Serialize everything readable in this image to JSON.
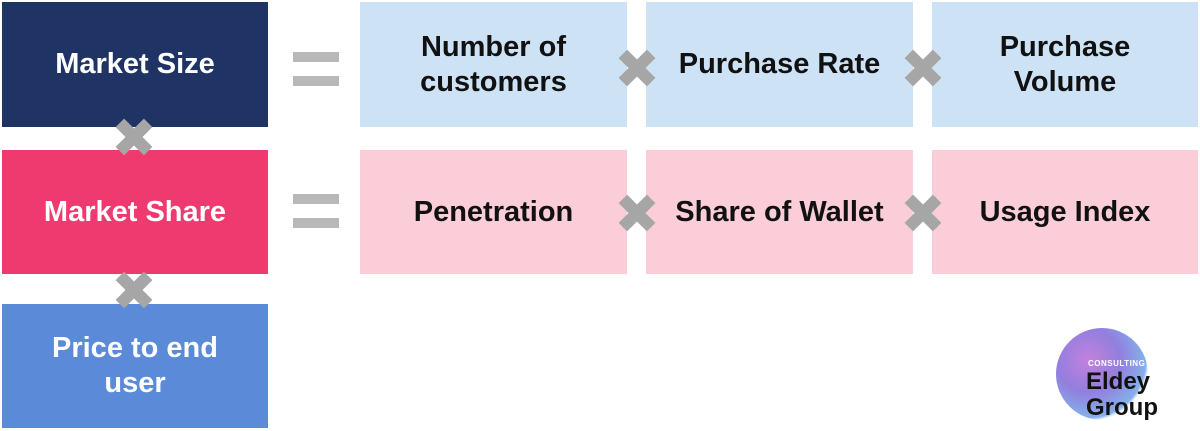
{
  "left_column": [
    {
      "label": "Market Size",
      "color": "#1f3464"
    },
    {
      "label": "Market Share",
      "color": "#ee3a6e"
    },
    {
      "label": "Price to end\nuser",
      "color": "#5b8ad8"
    }
  ],
  "row1_factors": [
    "Number of\ncustomers",
    "Purchase Rate",
    "Purchase\nVolume"
  ],
  "row2_factors": [
    "Penetration",
    "Share of Wallet",
    "Usage Index"
  ],
  "colors": {
    "row1_fill": "#cde2f4",
    "row2_fill": "#fbcdd9",
    "operator": "#a6a6a6"
  },
  "icons": [
    "equals-icon",
    "multiply-icon"
  ],
  "logo": {
    "small_text": "CONSULTING",
    "line1": "Eldey",
    "line2": "Group"
  }
}
